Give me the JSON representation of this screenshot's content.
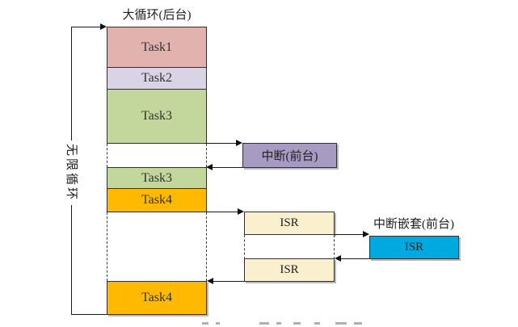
{
  "diagram": {
    "title": "大循环(后台)",
    "infinite_loop_label": "无限循环",
    "background_tasks": [
      "Task1",
      "Task2",
      "Task3",
      "Task3",
      "Task4",
      "Task4"
    ],
    "interrupt_box_label": "中断(前台)",
    "isr_label_1": "ISR",
    "isr_label_2": "ISR",
    "nested_title": "中断嵌套(前台)",
    "nested_isr_label": "ISR",
    "colors": {
      "task1": "#E2B2AE",
      "task2": "#D8D4E6",
      "task3": "#C3D69B",
      "task4": "#FFB900",
      "interrupt": "#A79AC3",
      "isr": "#FBF0CD",
      "nested_isr": "#00A9E0"
    }
  }
}
